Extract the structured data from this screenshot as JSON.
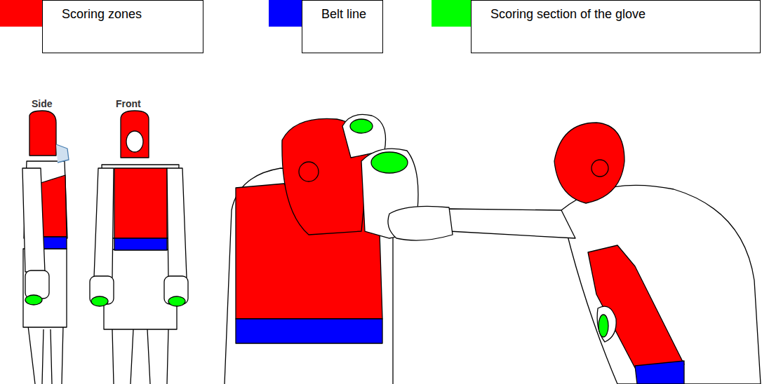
{
  "diagram": {
    "labels": [
      "Side",
      "Front"
    ],
    "legend": [
      {
        "text": "Scoring zones",
        "color": "#ff0000"
      },
      {
        "text": "Belt line",
        "color": "#0000ff"
      },
      {
        "text": "Scoring section of the glove",
        "color": "#00ff00"
      }
    ]
  }
}
